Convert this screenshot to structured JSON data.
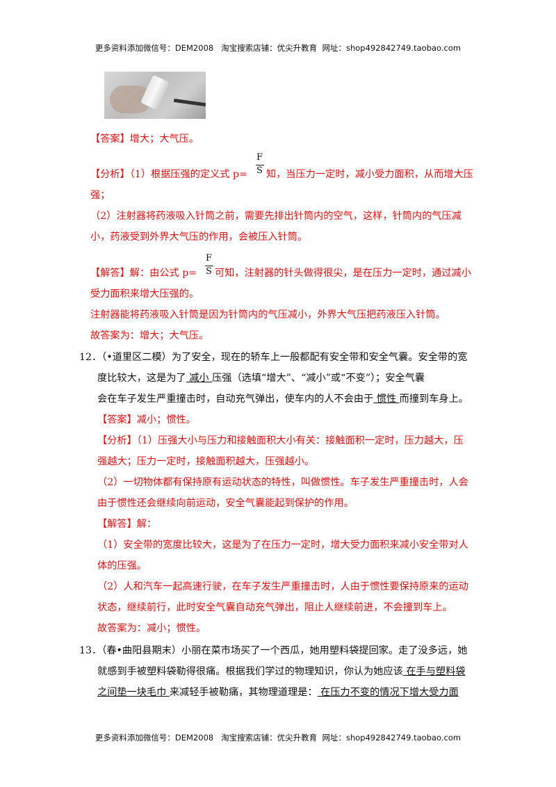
{
  "header": {
    "text": "更多资料添加微信号：DEM2008   淘宝搜索店铺：优尖升教育  网址：shop492842749.taobao.com"
  },
  "footer": {
    "text": "更多资料添加微信号：DEM2008   淘宝搜索店铺：优尖升教育  网址：shop492842749.taobao.com"
  },
  "q11": {
    "answer": "【答案】增大；大气压。",
    "analysis_1a": "【分析】（1）根据压强的定义式 p=",
    "analysis_1b": "知，当压力一定时，减小受力面积，从而增大压",
    "analysis_1c": "强；",
    "analysis_2a": "（2）注射器将药液吸入针筒之前，需要先排出针筒内的空气，这样，针筒内的气压减",
    "analysis_2b": "小，药液受到外界大气压的作用，会被压入针筒。",
    "solution_1a": "【解答】解：由公式 p=",
    "solution_1b": "可知，注射器的针头做得很尖，是在压力一定时，通过减小",
    "solution_1c": "受力面积来增大压强的。",
    "solution_2": "注射器能将药液吸入针筒是因为针筒内的气压减小，外界大气压把药液压入针筒。",
    "final": "故答案为：增大；大气压。",
    "frac_num": "F",
    "frac_den": "S"
  },
  "q12": {
    "l1": "12．（•道里区二模）为了安全，现在的轿车上一般都配有安全带和安全气囊。安全带的宽",
    "l2a": "度比较大，这是为了",
    "l2b": "  减小  ",
    "l2c": "压强（选填“增大”、“减小”或“不变”）；安全气囊",
    "l3a": "会在车子发生严重撞击时，自动充气弹出，使车内的人不会由于",
    "l3b": "  惯性  ",
    "l3c": "而撞到车身上。",
    "answer": "【答案】减小；惯性。",
    "a1": "【分析】（1）压强大小与压力和接触面积大小有关：接触面积一定时，压力越大，压",
    "a2": "强越大；压力一定时，接触面积越大，压强越小。",
    "a3": "（2）一切物体都有保持原有运动状态的特性，叫做惯性。车子发生严重撞击时，人会",
    "a4": "由于惯性还会继续向前运动，安全气囊能起到保护的作用。",
    "s0": "【解答】解：",
    "s1": "（1）安全带的宽度比较大，这是为了在压力一定时，增大受力面积来减小安全带对人",
    "s2": "体的压强。",
    "s3": "（2）人和汽车一起高速行驶，在车子发生严重撞击时，人由于惯性要保持原来的运动",
    "s4": "状态，继续前行，此时安全气囊自动充气弹出，阻止人继续前进，不会撞到车上。",
    "final": "故答案为：减小；惯性。"
  },
  "q13": {
    "l1": "13．（春•曲阳县期末）小丽在菜市场买了一个西瓜，她用塑料袋提回家。走了没多远，她",
    "l2a": "就感到手被塑料袋勒得很痛。根据我们学过的物理知识，你认为她应该",
    "l2b": "  在手与塑料袋",
    "l3a": "之间垫一块毛巾  ",
    "l3b": "来减轻手被勒痛，其物理道理是：",
    "l3c": "  在压力不变的情况下增大受力面"
  }
}
